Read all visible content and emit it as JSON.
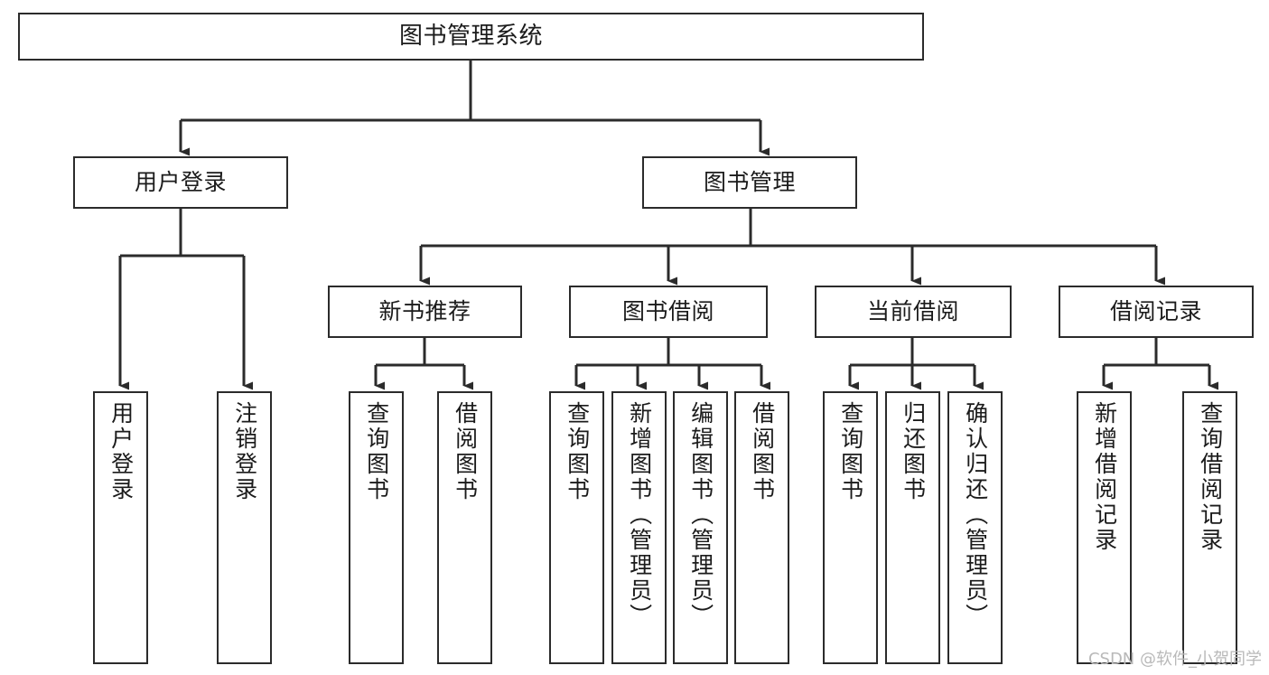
{
  "diagram": {
    "title": "图书管理系统",
    "type": "tree-hierarchy-chart",
    "line_color": "#2b2b2b",
    "box_fill": "#ffffff",
    "background": "#ffffff",
    "watermark": "CSDN @软件_小贺同学"
  },
  "nodes": {
    "root": {
      "label": "图书管理系统"
    },
    "level2": [
      {
        "id": "user-login",
        "label": "用户登录"
      },
      {
        "id": "book-management",
        "label": "图书管理"
      }
    ],
    "level3": [
      {
        "id": "new-book-recommend",
        "label": "新书推荐"
      },
      {
        "id": "book-borrow",
        "label": "图书借阅"
      },
      {
        "id": "current-borrow",
        "label": "当前借阅"
      },
      {
        "id": "borrow-record",
        "label": "借阅记录"
      }
    ],
    "leaves": {
      "user_login": [
        {
          "id": "leaf-user-login",
          "label": "用户登录"
        },
        {
          "id": "leaf-logout-login",
          "label": "注销登录"
        }
      ],
      "new_book_recommend": [
        {
          "id": "leaf-query-book-1",
          "label": "查询图书"
        },
        {
          "id": "leaf-borrow-book-1",
          "label": "借阅图书"
        }
      ],
      "book_borrow": [
        {
          "id": "leaf-query-book-2",
          "label": "查询图书"
        },
        {
          "id": "leaf-add-book",
          "label": "新增图书（管理员）"
        },
        {
          "id": "leaf-edit-book",
          "label": "编辑图书（管理员）"
        },
        {
          "id": "leaf-borrow-book-2",
          "label": "借阅图书"
        }
      ],
      "current_borrow": [
        {
          "id": "leaf-query-book-3",
          "label": "查询图书"
        },
        {
          "id": "leaf-return-book",
          "label": "归还图书"
        },
        {
          "id": "leaf-confirm-return",
          "label": "确认归还（管理员）"
        }
      ],
      "borrow_record": [
        {
          "id": "leaf-add-record",
          "label": "新增借阅记录"
        },
        {
          "id": "leaf-query-record",
          "label": "查询借阅记录"
        }
      ]
    }
  }
}
